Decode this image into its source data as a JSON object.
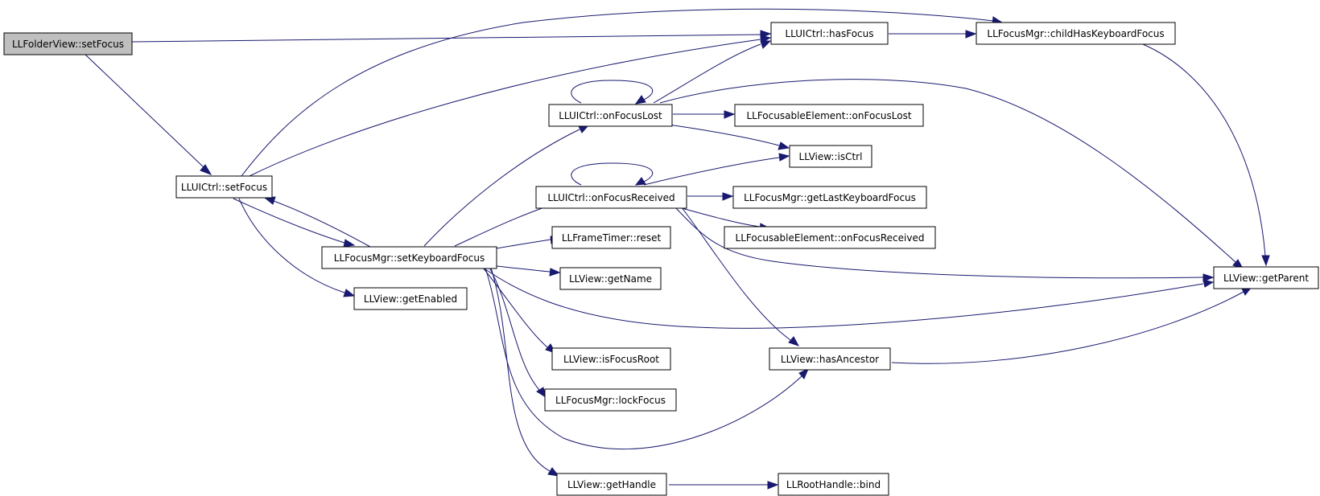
{
  "colors": {
    "edge": "#191970",
    "node_fill": "#ffffff",
    "root_fill": "#bfbfbf",
    "border": "#000000"
  },
  "nodes": {
    "folderview_setfocus": "LLFolderView::setFocus",
    "uictrl_setfocus": "LLUICtrl::setFocus",
    "uictrl_hasfocus": "LLUICtrl::hasFocus",
    "focusmgr_childhaskeyboardfocus": "LLFocusMgr::childHasKeyboardFocus",
    "uictrl_onfocuslost": "LLUICtrl::onFocusLost",
    "focusableelement_onfocuslost": "LLFocusableElement::onFocusLost",
    "view_isctrl": "LLView::isCtrl",
    "uictrl_onfocusreceived": "LLUICtrl::onFocusReceived",
    "focusmgr_getlastkeyboardfocus": "LLFocusMgr::getLastKeyboardFocus",
    "focusableelement_onfocusreceived": "LLFocusableElement::onFocusReceived",
    "frametimer_reset": "LLFrameTimer::reset",
    "focusmgr_setkeyboardfocus": "LLFocusMgr::setKeyboardFocus",
    "view_getname": "LLView::getName",
    "view_getparent": "LLView::getParent",
    "view_getenabled": "LLView::getEnabled",
    "view_isfocusroot": "LLView::isFocusRoot",
    "view_hasancestor": "LLView::hasAncestor",
    "focusmgr_lockfocus": "LLFocusMgr::lockFocus",
    "view_gethandle": "LLView::getHandle",
    "roothandle_bind": "LLRootHandle::bind"
  }
}
